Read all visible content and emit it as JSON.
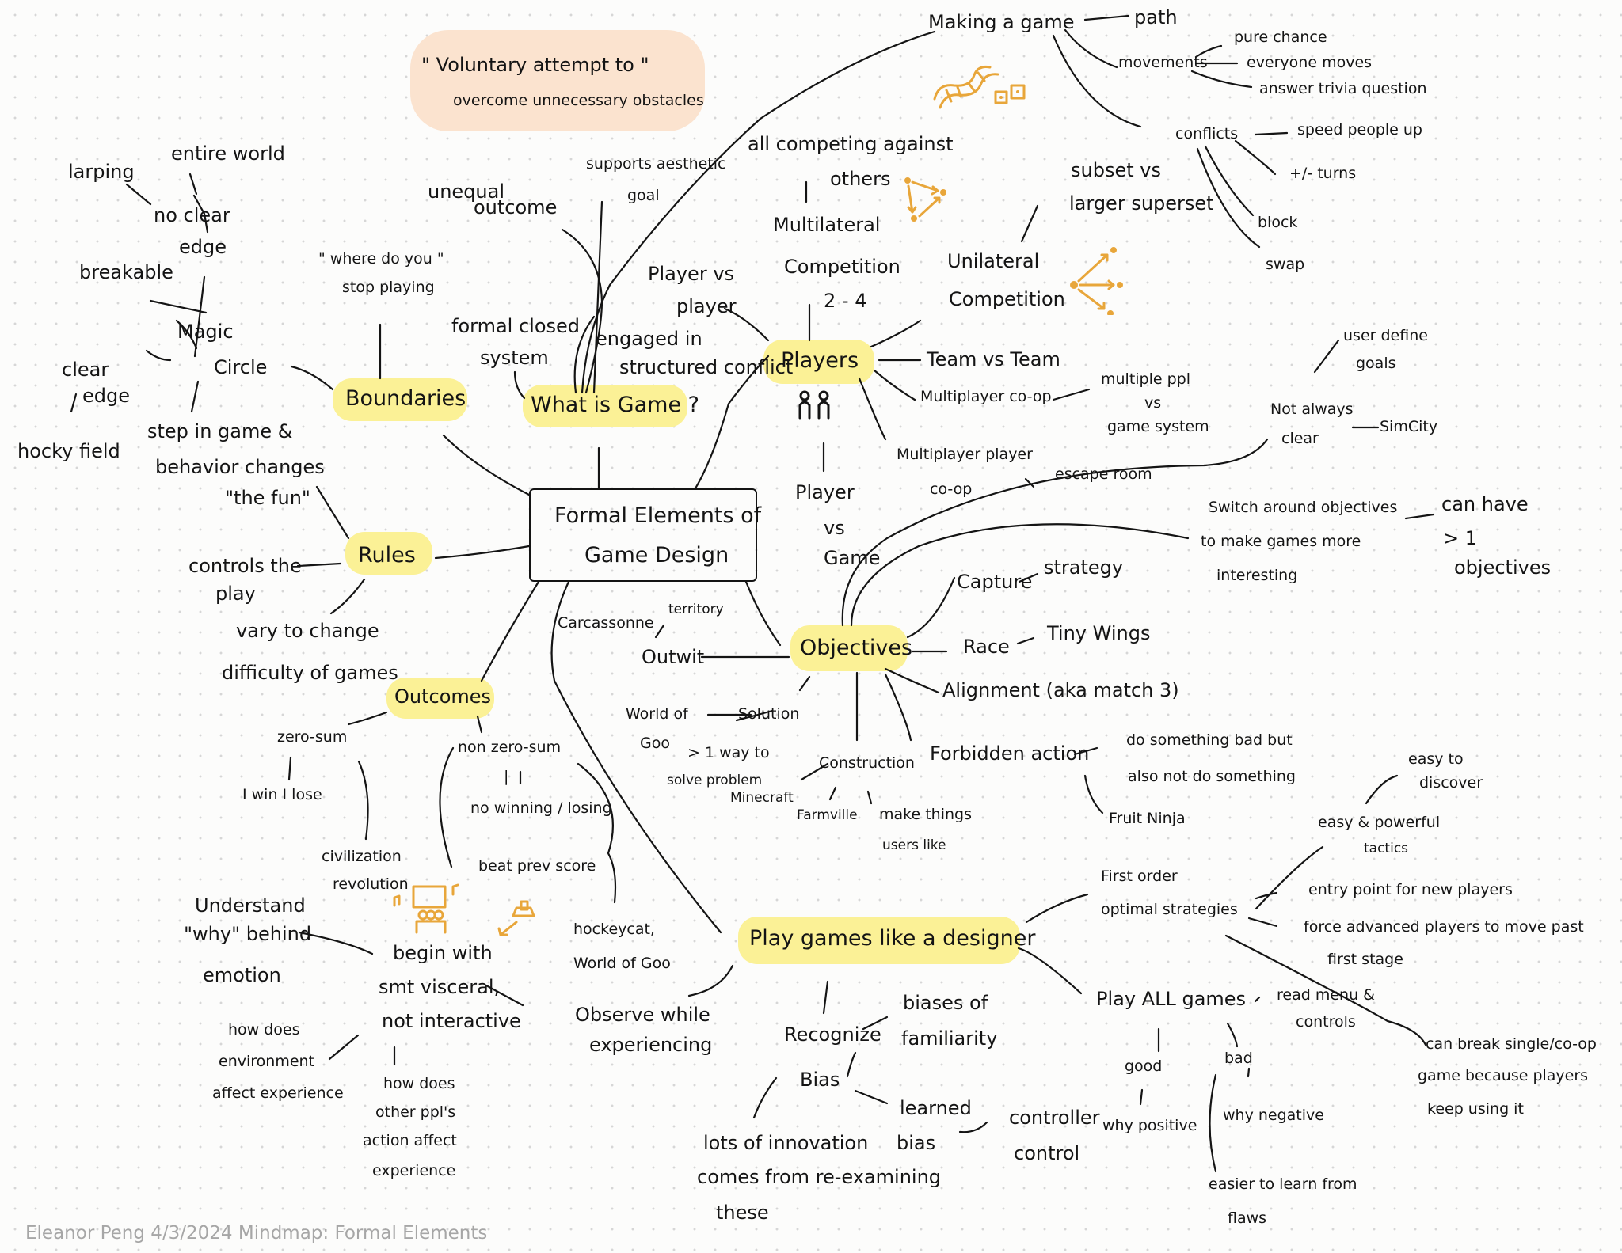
{
  "quote": {
    "line1": "\" Voluntary attempt to \"",
    "line2": "overcome unnecessary obstacles"
  },
  "center": {
    "line1": "Formal Elements of",
    "line2": "Game Design"
  },
  "boundaries": {
    "label": "Boundaries",
    "magic": "Magic",
    "circle": "Circle",
    "larping": "larping",
    "entire_world": "entire world",
    "no_clear": "no clear",
    "edge": "edge",
    "breakable": "breakable",
    "clear": "clear",
    "edge2": "edge",
    "hockey_field": "hocky field",
    "step_in": "step in game &",
    "behavior": "behavior changes",
    "fun": "\"the fun\"",
    "where": "\" where do you \"",
    "stop": "stop playing"
  },
  "what_is_game": {
    "label": "What is Game ?",
    "unequal": "unequal",
    "outcome": "outcome",
    "supports": "supports aesthetic",
    "goal": "goal",
    "formal": "formal closed",
    "system": "system",
    "engaged": "engaged in",
    "structured": "structured conflict"
  },
  "making": {
    "title": "Making a game",
    "path": "path",
    "movements": "movements",
    "pure_chance": "pure chance",
    "everyone": "everyone moves",
    "answer": "answer trivia question",
    "conflicts": "conflicts",
    "speed": "speed people up",
    "turns": "+/- turns",
    "block": "block",
    "swap": "swap"
  },
  "players": {
    "label": "Players",
    "all_competing": "all competing against",
    "others": "others",
    "multilateral": "Multilateral",
    "competition": "Competition",
    "range": "2 - 4",
    "pvp1": "Player vs",
    "pvp2": "player",
    "subset": "subset vs",
    "superset": "larger superset",
    "unilateral": "Unilateral",
    "competition2": "Competition",
    "team": "Team vs Team",
    "coop": "Multiplayer co-op",
    "multiple": "multiple ppl",
    "vs": "vs",
    "game_system": "game system",
    "mp_player": "Multiplayer player",
    "co_op": "co-op",
    "escape": "escape room",
    "pvg1": "Player",
    "pvg2": "vs",
    "pvg3": "Game"
  },
  "rules": {
    "label": "Rules",
    "controls": "controls the",
    "play": "play",
    "vary": "vary to change",
    "difficulty": "difficulty of games"
  },
  "objectives": {
    "label": "Objectives",
    "user_define": "user define",
    "goals": "goals",
    "not_always": "Not always",
    "clear": "clear",
    "simcity": "SimCity",
    "switch": "Switch around objectives",
    "make": "to make games more",
    "interesting": "interesting",
    "can_have": "can have",
    "gt1": "> 1",
    "objectives": "objectives",
    "capture": "Capture",
    "strategy": "strategy",
    "race": "Race",
    "tiny_wings": "Tiny Wings",
    "alignment": "Alignment (aka match 3)",
    "carcassonne": "Carcassonne",
    "territory": "territory",
    "outwit": "Outwit",
    "world_of": "World of",
    "goo": "Goo",
    "solution": "Solution",
    "gt1_way": "> 1 way to",
    "solve": "solve problem",
    "construction": "Construction",
    "minecraft": "Minecraft",
    "farmville": "Farmville",
    "make_things": "make things",
    "users_like": "users like",
    "forbidden": "Forbidden action",
    "do_bad": "do something bad but",
    "also_not": "also not do something",
    "fruit_ninja": "Fruit Ninja"
  },
  "outcomes": {
    "label": "Outcomes",
    "zero_sum": "zero-sum",
    "win_lose": "I win I lose",
    "civ": "civilization",
    "revolution": "revolution",
    "non_zero": "non zero-sum",
    "bar": "|",
    "no_winning": "no winning / losing",
    "beat_prev": "beat prev score",
    "hockeycat": "hockeycat,",
    "world_goo": "World of Goo"
  },
  "play_designer": {
    "label": "Play games like a designer",
    "understand": "Understand",
    "why_behind": "\"why\" behind",
    "emotion": "emotion",
    "begin": "begin with",
    "visceral": "smt visceral,",
    "not_interactive": "not interactive",
    "how_env": "how does",
    "environment": "environment",
    "affect": "affect experience",
    "how_other": "how does",
    "other_ppl": "other ppl's",
    "action_affect": "action affect",
    "experience": "experience",
    "observe": "Observe while",
    "experiencing": "experiencing",
    "recognize": "Recognize",
    "bias": "Bias",
    "biases": "biases of",
    "familiarity": "familiarity",
    "learned": "learned",
    "bias2": "bias",
    "controller": "controller",
    "control": "control",
    "lots": "lots of innovation",
    "comes_from": "comes from re-examining",
    "these": "these",
    "play_all": "Play ALL games",
    "read_menu": "read menu &",
    "controls": "controls",
    "good": "good",
    "bad": "bad",
    "why_positive": "why positive",
    "why_negative": "why negative",
    "easier": "easier to learn from",
    "flaws": "flaws",
    "first_order": "First order",
    "optimal": "optimal strategies",
    "easy_to": "easy to",
    "discover": "discover",
    "easy_powerful": "easy & powerful",
    "tactics": "tactics",
    "entry": "entry point for new players",
    "force": "force advanced players to move past",
    "first_stage": "first stage",
    "can_break": "can break single/co-op",
    "game_because": "game because players",
    "keep": "keep using it"
  },
  "signature": "Eleanor Peng 4/3/2024 Mindmap: Formal Elements",
  "colors": {
    "highlight": "#fbf196",
    "quote": "#fbe3cf",
    "accent": "#e8a63a"
  },
  "icons": [
    "snake-ladder-dice-icon",
    "triangle-arrows-icon",
    "star-arrows-icon",
    "two-people-icon",
    "theater-icon",
    "cannon-icon"
  ]
}
